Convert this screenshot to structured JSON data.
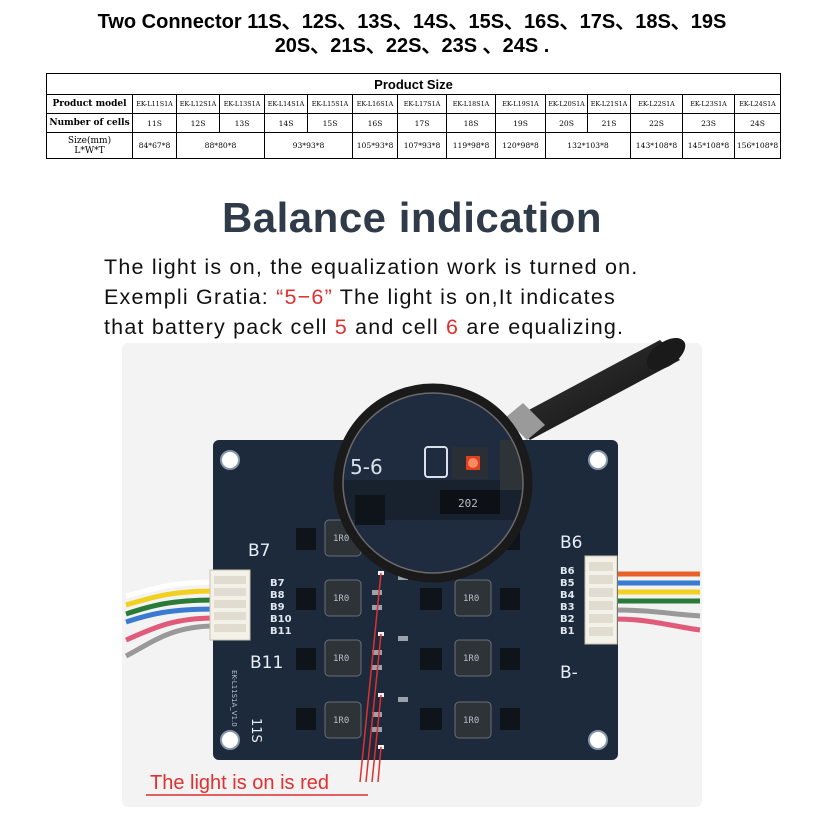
{
  "header": {
    "line1": "Two Connector  11S、12S、13S、14S、15S、16S、17S、18S、19S",
    "line2": "20S、21S、22S、23S 、24S ."
  },
  "table": {
    "title": "Product Size",
    "model_label": "Product model",
    "models": [
      "EK-L11S1A",
      "EK-L12S1A",
      "EK-L13S1A",
      "EK-L14S1A",
      "EK-L15S1A",
      "EK-L16S1A",
      "EK-L17S1A",
      "EK-L18S1A",
      "EK-L19S1A",
      "EK-L20S1A",
      "EK-L21S1A",
      "EK-L22S1A",
      "EK-L23S1A",
      "EK-L24S1A"
    ],
    "cells_label": "Number of cells",
    "cells": [
      "11S",
      "12S",
      "13S",
      "14S",
      "15S",
      "16S",
      "17S",
      "18S",
      "19S",
      "20S",
      "21S",
      "22S",
      "23S",
      "24S"
    ],
    "size_label_1": "Size(mm)",
    "size_label_2": "L*W*T",
    "sizes": {
      "s11": "84*67*8",
      "s12_13": "88*80*8",
      "s14_15": "93*93*8",
      "s16": "105*93*8",
      "s17": "107*93*8",
      "s18": "119*98*8",
      "s19": "120*98*8",
      "s20_21": "132*103*8",
      "s22": "143*108*8",
      "s23": "145*108*8",
      "s24": "156*108*8"
    }
  },
  "section_title": "Balance indication",
  "description": {
    "line1": "The light is on, the equalization work is turned on.",
    "line2_a": "Exempli Gratia: ",
    "line2_b": "“5−6”",
    "line2_c": " The light is on,It indicates",
    "line3_a": "that battery pack cell ",
    "line3_b": "5",
    "line3_c": " and cell ",
    "line3_d": "6",
    "line3_e": " are equalizing."
  },
  "board": {
    "label_b7": "B7",
    "label_b6": "B6",
    "label_b11": "B11",
    "label_bminus": "B-",
    "left_pins": [
      "B7",
      "B8",
      "B9",
      "B10",
      "B11"
    ],
    "right_pins": [
      "B6",
      "B5",
      "B4",
      "B3",
      "B2",
      "B1"
    ],
    "model_mark": "11S",
    "silk_model": "EK-L11S1A_V1.0",
    "inductor_mark": "1R0",
    "zoom_label": "5-6",
    "zoom_chip": "202",
    "caption": "The light is on is red"
  },
  "colors": {
    "board": "#1c2a3c",
    "accent_red": "#e03030",
    "title": "#2f3b48"
  }
}
